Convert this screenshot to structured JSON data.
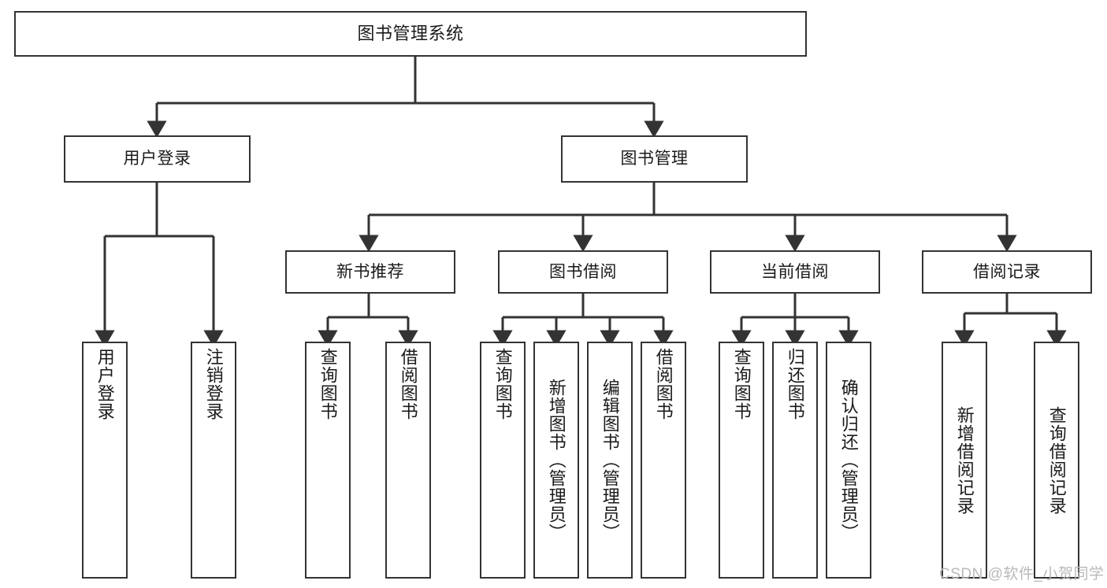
{
  "diagram": {
    "title": "图书管理系统",
    "type": "hierarchy-tree",
    "background_color": "#ffffff",
    "line_color": "#333333",
    "text_color": "#1a1a1a"
  },
  "nodes": {
    "root": {
      "label": "图书管理系统"
    },
    "level1": [
      {
        "id": "user-login",
        "label": "用户登录"
      },
      {
        "id": "book-management",
        "label": "图书管理"
      }
    ],
    "level2": [
      {
        "id": "new-book-recommend",
        "label": "新书推荐"
      },
      {
        "id": "book-borrow",
        "label": "图书借阅"
      },
      {
        "id": "current-borrow",
        "label": "当前借阅"
      },
      {
        "id": "borrow-record",
        "label": "借阅记录"
      }
    ],
    "leaves": {
      "user_login": [
        {
          "id": "leaf-user-login",
          "label": "用户登录"
        },
        {
          "id": "leaf-logout-login",
          "label": "注销登录"
        }
      ],
      "new_book_recommend": [
        {
          "id": "leaf-query-book-1",
          "label": "查询图书"
        },
        {
          "id": "leaf-borrow-book-1",
          "label": "借阅图书"
        }
      ],
      "book_borrow": [
        {
          "id": "leaf-query-book-2",
          "label": "查询图书"
        },
        {
          "id": "leaf-add-book",
          "label": "新增图书（管理员）"
        },
        {
          "id": "leaf-edit-book",
          "label": "编辑图书（管理员）"
        },
        {
          "id": "leaf-borrow-book-2",
          "label": "借阅图书"
        }
      ],
      "current_borrow": [
        {
          "id": "leaf-query-book-3",
          "label": "查询图书"
        },
        {
          "id": "leaf-return-book",
          "label": "归还图书"
        },
        {
          "id": "leaf-confirm-return",
          "label": "确认归还（管理员）"
        }
      ],
      "borrow_record": [
        {
          "id": "leaf-add-record",
          "label": "新增借阅记录"
        },
        {
          "id": "leaf-query-record",
          "label": "查询借阅记录"
        }
      ]
    }
  },
  "watermark": {
    "text": "CSDN @软件_小贺同学"
  }
}
